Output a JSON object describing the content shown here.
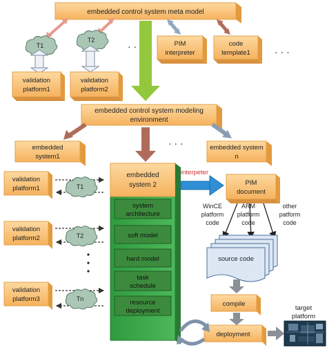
{
  "colors": {
    "orange_box": "#fbc370",
    "orange_edge": "#e7a24b",
    "green_column": "#39a64a",
    "green_tab": "#3c8b3d",
    "blue_arrow": "#2f8fd6",
    "green_arrow": "#93c83d",
    "pink_arrow": "#e59b8e",
    "brown_arrow": "#b06c5b",
    "blue_gray_arrow": "#8fa7c0",
    "cloud": "#aac7b5",
    "doc_fill": "#dde7f4",
    "doc_edge": "#4a6f99",
    "interpeter_text": "#cc3333"
  },
  "icons": {
    "cloud": "cloud-icon",
    "document_stack": "document-stack-icon",
    "target_board": "circuit-board-icon"
  },
  "meta_model": {
    "label": "embedded control system meta model"
  },
  "transforms": {
    "t1": "T1",
    "t2": "T2",
    "tn": "Tn"
  },
  "top_validation": [
    "validation platform1",
    "validation platform2"
  ],
  "pim_interpreter": [
    "PIM",
    "interpreter"
  ],
  "code_template": [
    "code",
    "template1"
  ],
  "ellipsis": "· · ·",
  "modeling_env": [
    "embedded control system modeling",
    "environment"
  ],
  "embedded_system1": [
    "embedded",
    "system1"
  ],
  "embedded_system_n": [
    "embedded system",
    "n"
  ],
  "embedded_system2": [
    "embedded",
    "system 2"
  ],
  "left_validation": [
    [
      "validation",
      "platform1"
    ],
    [
      "validation",
      "platform2"
    ],
    [
      "validation",
      "platform3"
    ]
  ],
  "modules": [
    [
      "system",
      "architecture"
    ],
    [
      "soft model"
    ],
    [
      "hard model"
    ],
    [
      "task",
      "schedule"
    ],
    [
      "resource",
      "deployment"
    ]
  ],
  "interpeter_label": "interpeter",
  "pim_document": [
    "PIM",
    "document"
  ],
  "platform_codes": {
    "wince": [
      "WinCE",
      "platform",
      "code"
    ],
    "arm": [
      "ARM",
      "platform",
      "code"
    ],
    "other": [
      "other",
      "patform",
      "code"
    ]
  },
  "source_code": "source code",
  "compile": "compile",
  "deployment": "deployment",
  "target_platform": [
    "target",
    "platform"
  ]
}
